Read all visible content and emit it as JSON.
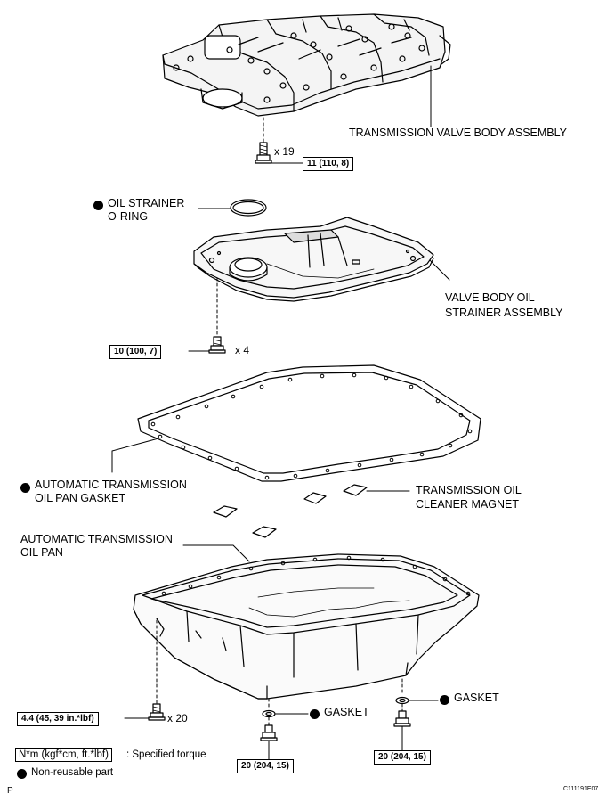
{
  "labels": {
    "valve_body": "TRANSMISSION VALVE BODY ASSEMBLY",
    "strainer_oring_line1": "OIL STRAINER",
    "strainer_oring_line2": "O-RING",
    "strainer_line1": "VALVE BODY OIL",
    "strainer_line2": "STRAINER ASSEMBLY",
    "gasket_line1": "AUTOMATIC TRANSMISSION",
    "gasket_line2": "OIL PAN GASKET",
    "magnet_line1": "TRANSMISSION OIL",
    "magnet_line2": "CLEANER MAGNET",
    "pan_line1": "AUTOMATIC TRANSMISSION",
    "pan_line2": "OIL PAN",
    "drain_gasket_1": "GASKET",
    "drain_gasket_2": "GASKET"
  },
  "torques": {
    "valve_body_bolt": "11 (110, 8)",
    "strainer_bolt": "10 (100, 7)",
    "pan_bolt": "4.4 (45, 39 in.*lbf)",
    "drain_plug_1": "20 (204, 15)",
    "drain_plug_2": "20 (204, 15)"
  },
  "quantities": {
    "valve_body_bolt": "x 19",
    "strainer_bolt": "x 4",
    "pan_bolt": "x 20"
  },
  "legend": {
    "torque_unit": "N*m (kgf*cm, ft.*lbf)",
    "torque_desc": ": Specified torque",
    "nonreusable_desc": "Non-reusable part"
  },
  "footer": {
    "left_code": "P",
    "figure_code": "C111191E07"
  }
}
